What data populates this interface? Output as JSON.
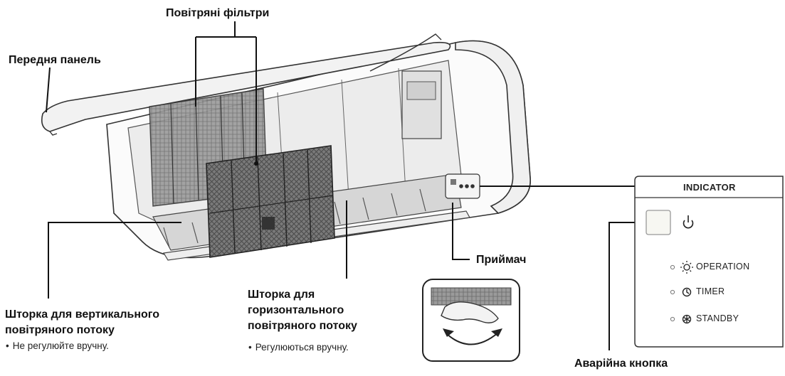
{
  "labels": {
    "air_filters": "Повітряні фільтри",
    "front_panel": "Передня панель",
    "receiver": "Приймач",
    "emergency_button": "Аварійна кнопка",
    "vertical_louver": {
      "line1": "Шторка для вертикального",
      "line2": "повітряного потоку",
      "note": "Не регулюйте вручну."
    },
    "horizontal_louver": {
      "line1": "Шторка для",
      "line2": "горизонтального",
      "line3": "повітряного потоку",
      "note": "Регулюються  вручну."
    }
  },
  "indicator_panel": {
    "title": "INDICATOR",
    "power_icon": "power-icon",
    "items": [
      {
        "icon": "sun-icon",
        "label": "OPERATION"
      },
      {
        "icon": "clock-icon",
        "label": "TIMER"
      },
      {
        "icon": "snowflake-icon",
        "label": "STANDBY"
      }
    ]
  },
  "bullet": "•"
}
